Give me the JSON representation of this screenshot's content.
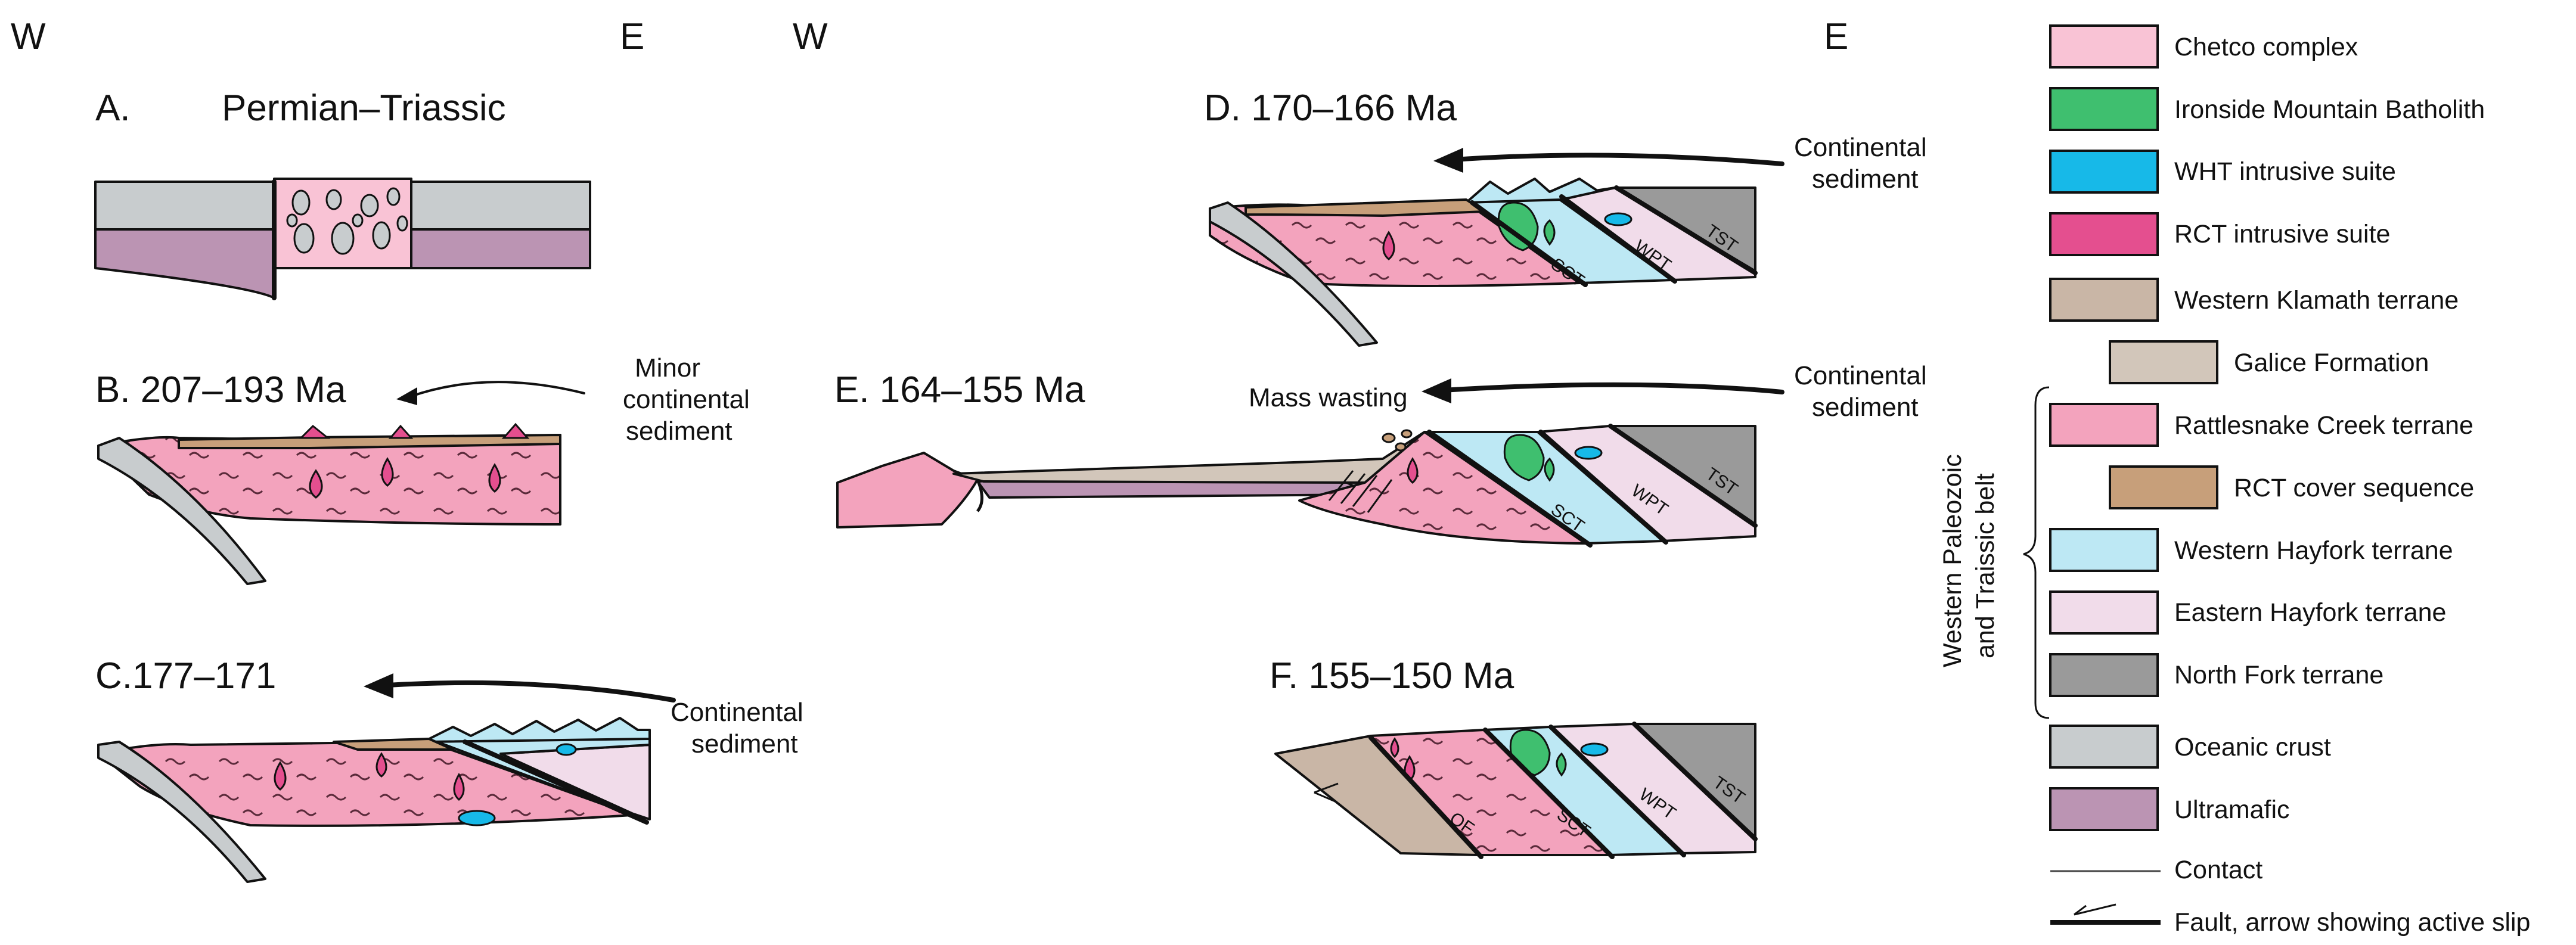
{
  "directions": {
    "west": "W",
    "east": "E"
  },
  "panels": {
    "a": {
      "title": "A.",
      "subtitle": "Permian–Triassic"
    },
    "b": {
      "title": "B. 207–193 Ma",
      "note_line1": "Minor",
      "note_line2": "continental",
      "note_line3": "sediment"
    },
    "c": {
      "title": "C.177–171",
      "note_line1": "Continental",
      "note_line2": "sediment"
    },
    "d": {
      "title": "D. 170–166 Ma",
      "note_line1": "Continental",
      "note_line2": "sediment"
    },
    "e": {
      "title": "E. 164–155 Ma",
      "note_line1": "Continental",
      "note_line2": "sediment",
      "mass": "Mass wasting"
    },
    "f": {
      "title": "F. 155–150 Ma"
    }
  },
  "fault_labels": {
    "sct": "SCT",
    "wpt": "WPT",
    "tst": "TST",
    "of": "OF"
  },
  "legend": {
    "items": [
      {
        "label": "Chetco complex",
        "color": "#f9c3d5"
      },
      {
        "label": "Ironside Mountain Batholith",
        "color": "#3fbf6f"
      },
      {
        "label": "WHT intrusive suite",
        "color": "#17b9e8"
      },
      {
        "label": "RCT intrusive suite",
        "color": "#e44f8f"
      },
      {
        "label": "Western Klamath terrane",
        "color": "#c9b6a6"
      },
      {
        "label": "Galice Formation",
        "color": "#d2c6ba"
      },
      {
        "label": "Rattlesnake Creek terrane",
        "color": "#f3a3bd"
      },
      {
        "label": "RCT cover sequence",
        "color": "#c79f7a"
      },
      {
        "label": "Western Hayfork terrane",
        "color": "#bde8f4"
      },
      {
        "label": "Eastern Hayfork terrane",
        "color": "#f1dcea"
      },
      {
        "label": "North Fork terrane",
        "color": "#9a9a9a"
      },
      {
        "label": "Oceanic crust",
        "color": "#c8ccce"
      },
      {
        "label": "Ultramafic",
        "color": "#bb94b3"
      }
    ],
    "contact_label": "Contact",
    "fault_label": "Fault, arrow showing active slip",
    "belt_line1": "Western Paleozoic",
    "belt_line2": "and Traissic belt"
  }
}
